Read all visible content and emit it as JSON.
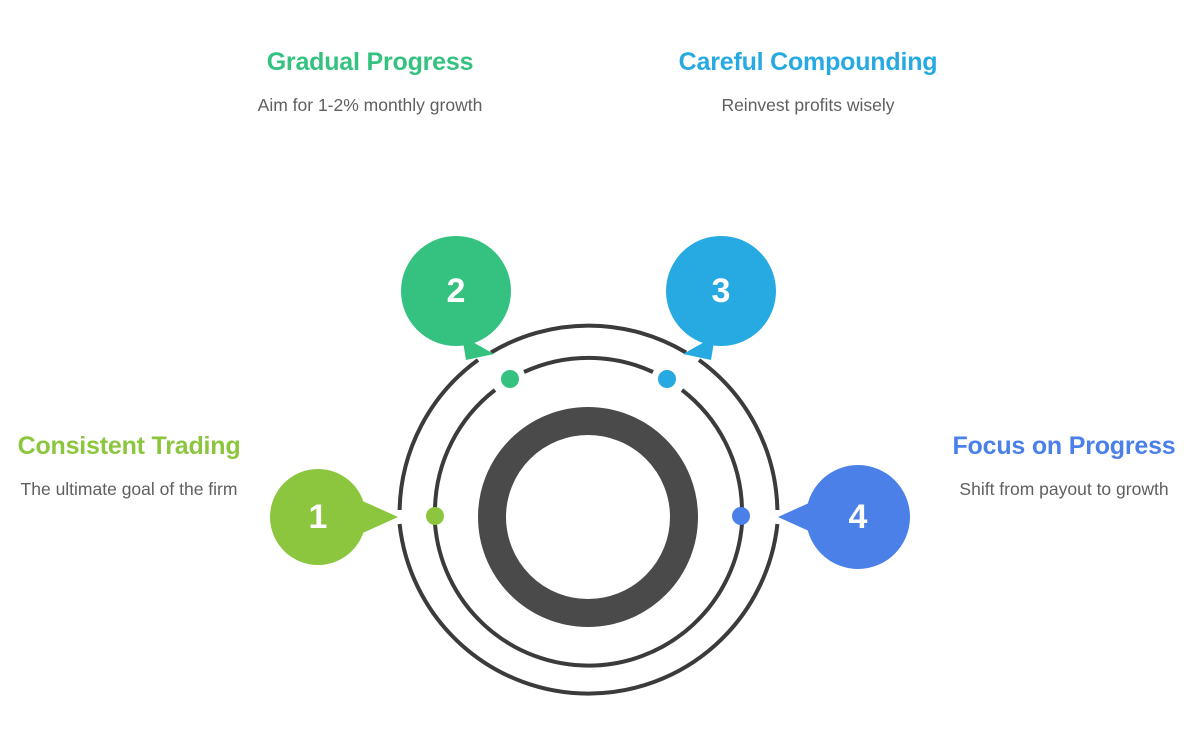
{
  "diagram": {
    "type": "circular-process",
    "background": "#ffffff",
    "center_ring_color": "#4a4a4a",
    "thin_ring_color": "#3b3b3b",
    "steps": [
      {
        "number": "1",
        "title": "Consistent Trading",
        "description": "The ultimate goal of the firm",
        "color": "#8cc63e",
        "title_color": "#8cc63e",
        "position": "left"
      },
      {
        "number": "2",
        "title": "Gradual Progress",
        "description": "Aim for 1-2% monthly growth",
        "color": "#35c280",
        "title_color": "#35c280",
        "position": "top-left"
      },
      {
        "number": "3",
        "title": "Careful Compounding",
        "description": "Reinvest profits wisely",
        "color": "#27aae1",
        "title_color": "#27aae1",
        "position": "top-right"
      },
      {
        "number": "4",
        "title": "Focus on Progress",
        "description": "Shift from payout to growth",
        "color": "#4a80e8",
        "title_color": "#4a80e8",
        "position": "right"
      }
    ]
  }
}
